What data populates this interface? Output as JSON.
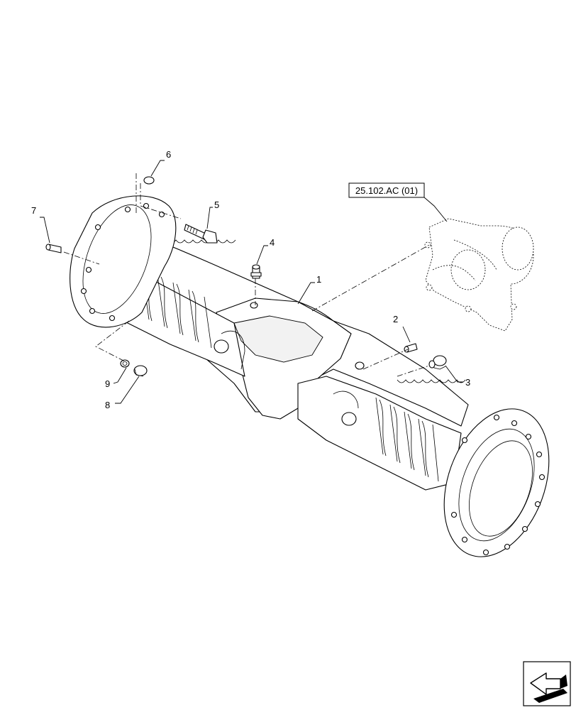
{
  "reference_box": {
    "label": "25.102.AC (01)"
  },
  "callouts": [
    {
      "id": "1",
      "label": "1"
    },
    {
      "id": "2",
      "label": "2"
    },
    {
      "id": "3",
      "label": "3"
    },
    {
      "id": "4",
      "label": "4"
    },
    {
      "id": "5",
      "label": "5"
    },
    {
      "id": "6",
      "label": "6"
    },
    {
      "id": "7",
      "label": "7"
    },
    {
      "id": "8",
      "label": "8"
    },
    {
      "id": "9",
      "label": "9"
    }
  ],
  "icons": {
    "navigation": "arrow-navigation-icon"
  }
}
